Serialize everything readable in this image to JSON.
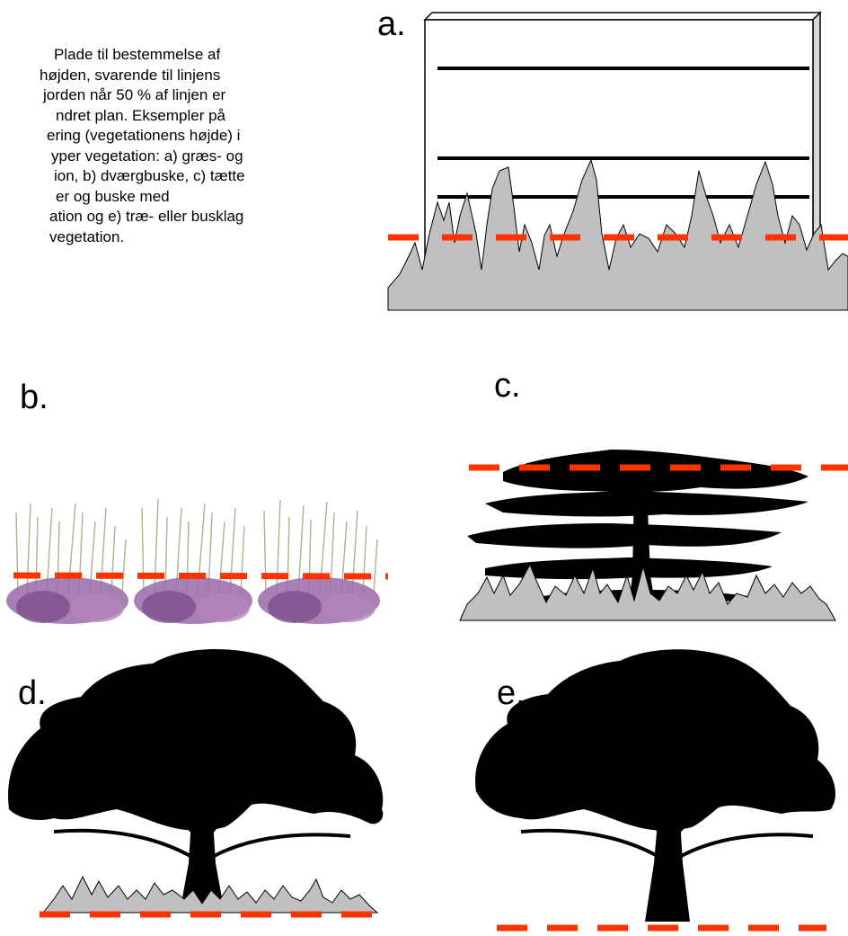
{
  "caption": {
    "lines": [
      "Plade til bestemmelse af",
      "højden, svarende til linjens",
      "jorden når 50 % af linjen er",
      "ndret plan. Eksempler på",
      "ering (vegetationens højde) i",
      "yper vegetation: a) græs- og",
      "ion, b) dværgbuske, c) tætte",
      "er og buske med",
      "ation og e) træ- eller busklag",
      "vegetation."
    ]
  },
  "panels": {
    "a": "a.",
    "b": "b.",
    "c": "c.",
    "d": "d.",
    "e": "e."
  },
  "colors": {
    "ground": "#c0c0c0",
    "dash": "#ff3300",
    "silhouette": "#000000",
    "heather_stem": "#a8b48c",
    "heather_flower": "#9a6aa8"
  }
}
